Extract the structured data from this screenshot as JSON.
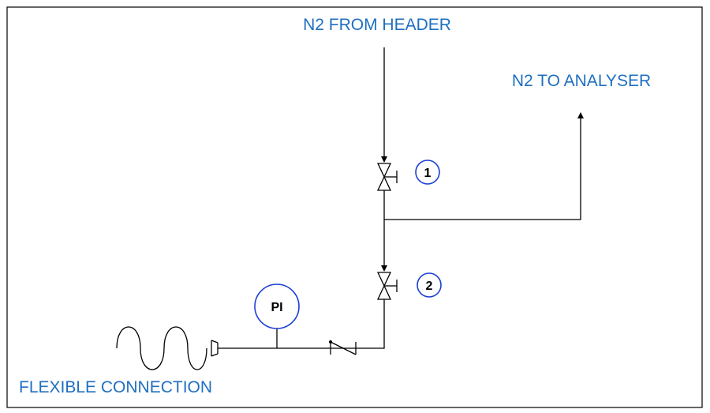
{
  "labels": {
    "from_header": "N2 FROM HEADER",
    "to_analyser": "N2 TO ANALYSER",
    "flexible_connection": "FLEXIBLE CONNECTION"
  },
  "valves": [
    {
      "tag": "1"
    },
    {
      "tag": "2"
    }
  ],
  "instrument": {
    "tag": "PI"
  },
  "colors": {
    "label_text": "#1f6fc0",
    "bubble_outline": "#1a3fd6",
    "lines": "#000000"
  }
}
